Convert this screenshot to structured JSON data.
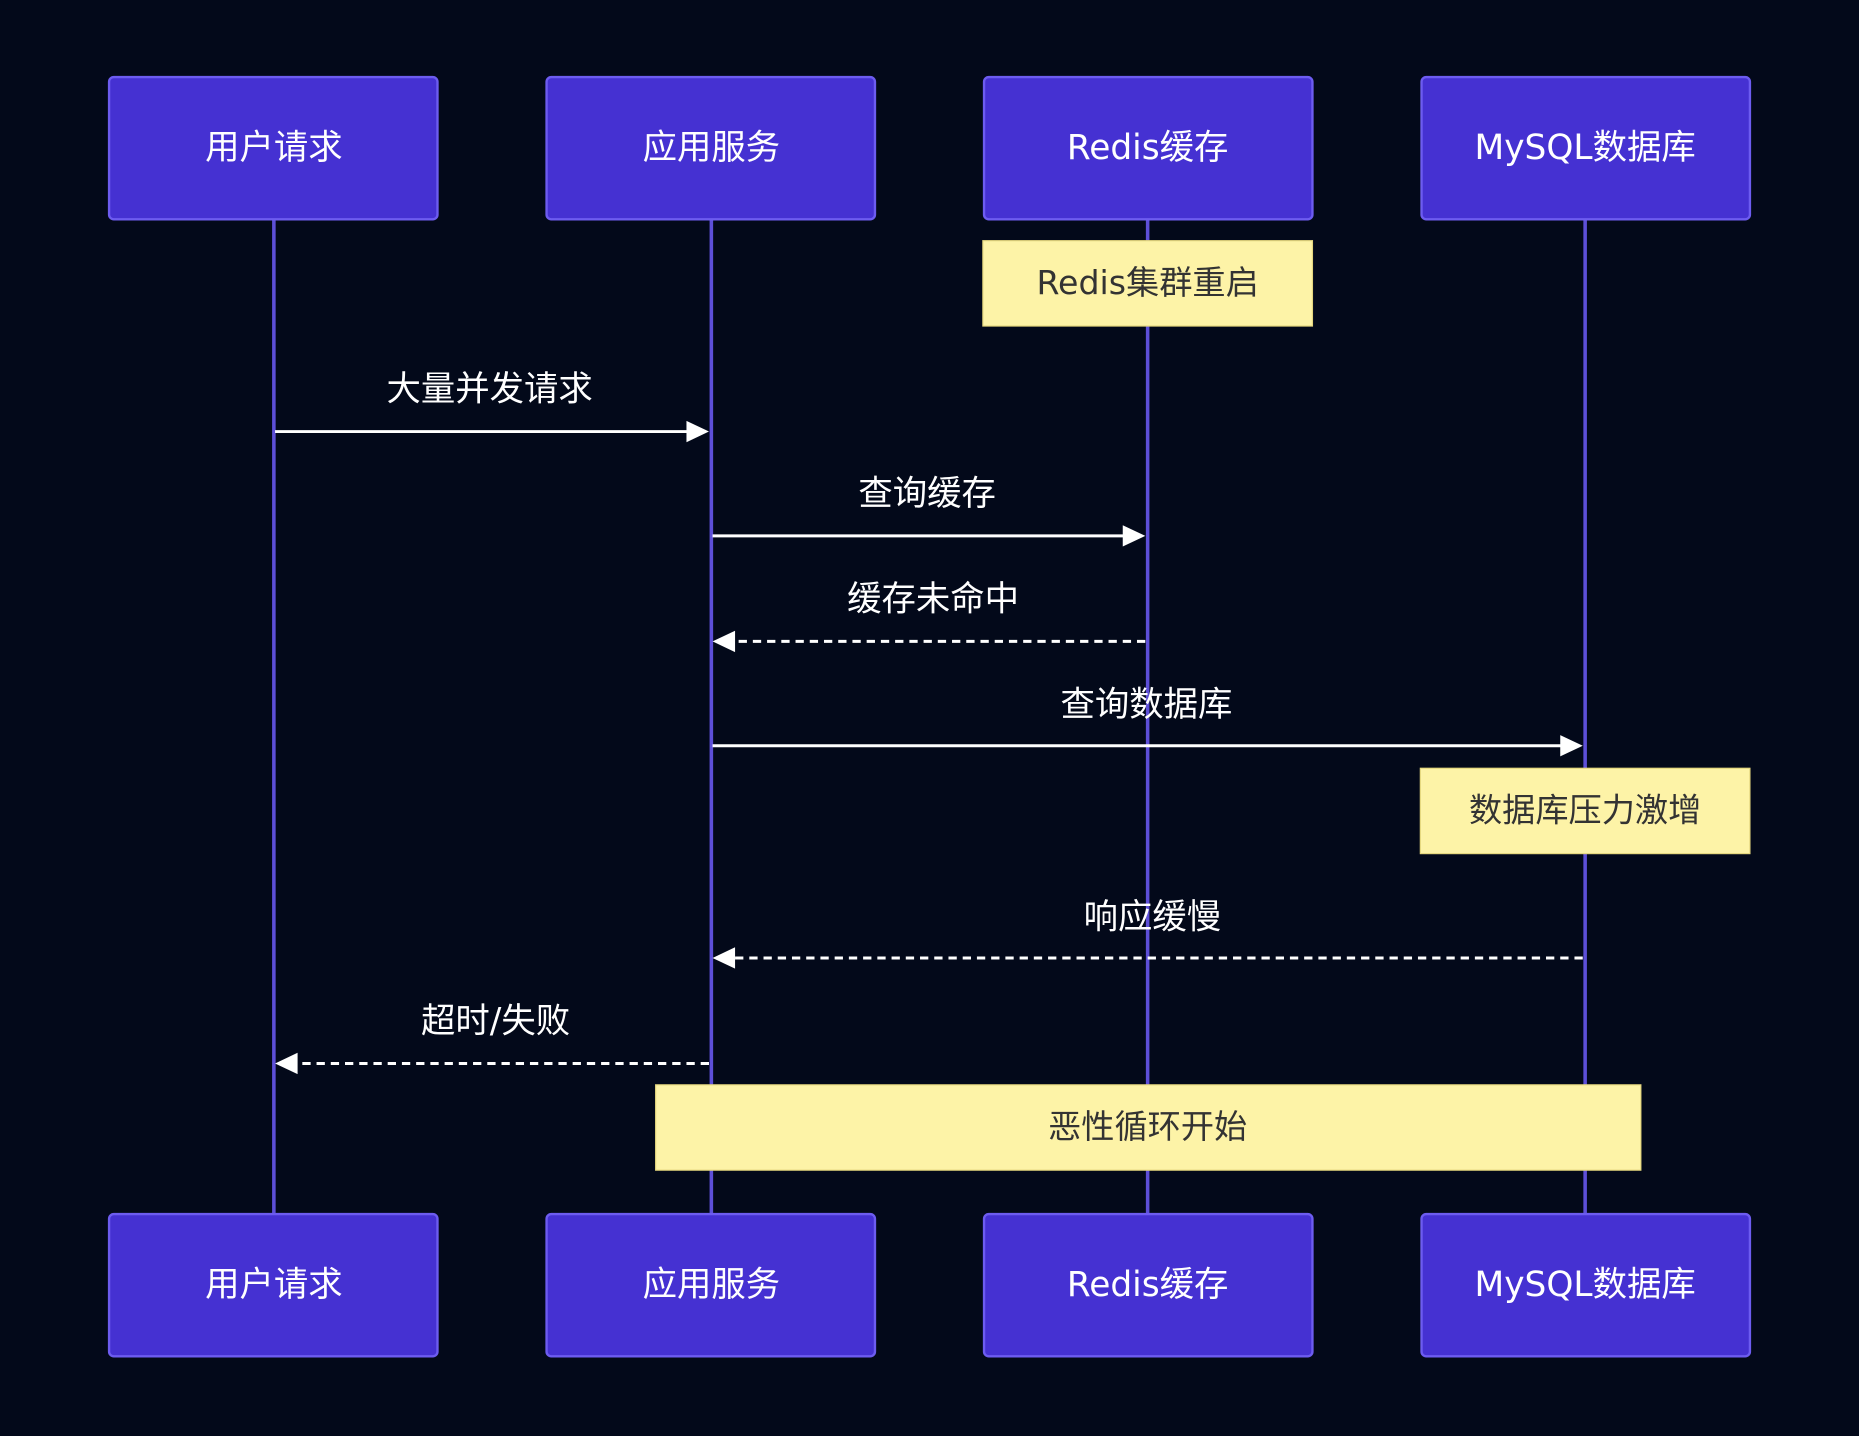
{
  "participants": [
    {
      "id": "user",
      "label": "用户请求"
    },
    {
      "id": "app",
      "label": "应用服务"
    },
    {
      "id": "redis",
      "label": "Redis缓存"
    },
    {
      "id": "mysql",
      "label": "MySQL数据库"
    }
  ],
  "notes": [
    {
      "text": "Redis集群重启",
      "over": [
        "redis"
      ]
    },
    {
      "text": "数据库压力激增",
      "over": [
        "mysql"
      ]
    },
    {
      "text": "恶性循环开始",
      "over": [
        "app",
        "mysql"
      ]
    }
  ],
  "messages": [
    {
      "from": "user",
      "to": "app",
      "text": "大量并发请求",
      "style": "solid"
    },
    {
      "from": "app",
      "to": "redis",
      "text": "查询缓存",
      "style": "solid"
    },
    {
      "from": "redis",
      "to": "app",
      "text": "缓存未命中",
      "style": "dashed"
    },
    {
      "from": "app",
      "to": "mysql",
      "text": "查询数据库",
      "style": "solid"
    },
    {
      "from": "mysql",
      "to": "app",
      "text": "响应缓慢",
      "style": "dashed"
    },
    {
      "from": "app",
      "to": "user",
      "text": "超时/失败",
      "style": "dashed"
    }
  ],
  "colors": {
    "background": "#03091a",
    "actor_fill": "#4531d2",
    "lifeline": "#5d4fd8",
    "note_fill": "#fdf3a7",
    "message": "#ffffff"
  }
}
